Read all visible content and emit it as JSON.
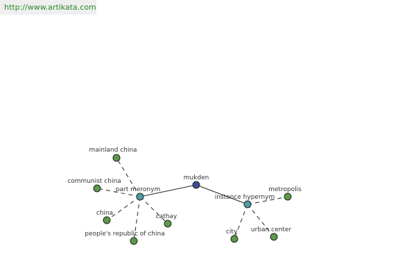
{
  "watermark": "http://www.artikata.com",
  "colors": {
    "center": "#3a4f9a",
    "relation": "#4f9aa6",
    "leaf": "#5a9a4a",
    "outline": "#222222"
  },
  "nodes": {
    "mukden": {
      "label": "mukden",
      "kind": "center"
    },
    "part_meronym": {
      "label": "part meronym",
      "kind": "relation"
    },
    "instance_hypernym": {
      "label": "instance hypernym",
      "kind": "relation"
    },
    "mainland_china": {
      "label": "mainland china",
      "kind": "leaf"
    },
    "communist_china": {
      "label": "communist china",
      "kind": "leaf"
    },
    "china": {
      "label": "china",
      "kind": "leaf"
    },
    "peoples_republic": {
      "label": "people's republic of china",
      "kind": "leaf"
    },
    "cathay": {
      "label": "cathay",
      "kind": "leaf"
    },
    "metropolis": {
      "label": "metropolis",
      "kind": "leaf"
    },
    "city": {
      "label": "city",
      "kind": "leaf"
    },
    "urban_center": {
      "label": "urban center",
      "kind": "leaf"
    }
  }
}
